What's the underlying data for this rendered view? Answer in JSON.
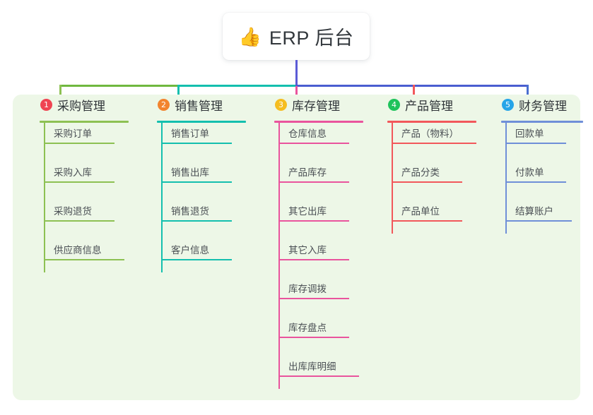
{
  "root": {
    "icon": "thumbs-up-icon",
    "icon_glyph": "👍",
    "label": "ERP 后台"
  },
  "palette": {
    "panel_background": "#edf7e7",
    "page_background": "#ffffff",
    "stem": "#5b5bd6",
    "bus_green": "#6fb83f",
    "bus_teal": "#14bfae",
    "bus_blue": "#4a5ed0",
    "branch_green": "#8dc153",
    "branch_teal": "#14bfae",
    "branch_pink": "#e9549d",
    "branch_red": "#f2585b",
    "branch_blue": "#6f8fd8",
    "badge_red": "#ef4452",
    "badge_orange": "#f2842e",
    "badge_amber": "#f5bd20",
    "badge_green": "#1fc35c",
    "badge_blue": "#27a5e8",
    "text": "#3c3c3c"
  },
  "columns": [
    {
      "index": "1",
      "badge_glyph": "1",
      "badge_color": "#ef4452",
      "line_color": "#8dc153",
      "title": "采购管理",
      "items": [
        "采购订单",
        "采购入库",
        "采购退货",
        "供应商信息"
      ]
    },
    {
      "index": "2",
      "badge_glyph": "2",
      "badge_color": "#f2842e",
      "line_color": "#14bfae",
      "title": "销售管理",
      "items": [
        "销售订单",
        "销售出库",
        "销售退货",
        "客户信息"
      ]
    },
    {
      "index": "3",
      "badge_glyph": "3",
      "badge_color": "#f5bd20",
      "line_color": "#e9549d",
      "title": "库存管理",
      "items": [
        "仓库信息",
        "产品库存",
        "其它出库",
        "其它入库",
        "库存调拨",
        "库存盘点",
        "出库库明细"
      ]
    },
    {
      "index": "4",
      "badge_glyph": "4",
      "badge_color": "#1fc35c",
      "line_color": "#f2585b",
      "title": "产品管理",
      "items": [
        "产品（物料）",
        "产品分类",
        "产品单位"
      ]
    },
    {
      "index": "5",
      "badge_glyph": "5",
      "badge_color": "#27a5e8",
      "line_color": "#6f8fd8",
      "title": "财务管理",
      "items": [
        "回款单",
        "付款单",
        "结算账户"
      ]
    }
  ]
}
